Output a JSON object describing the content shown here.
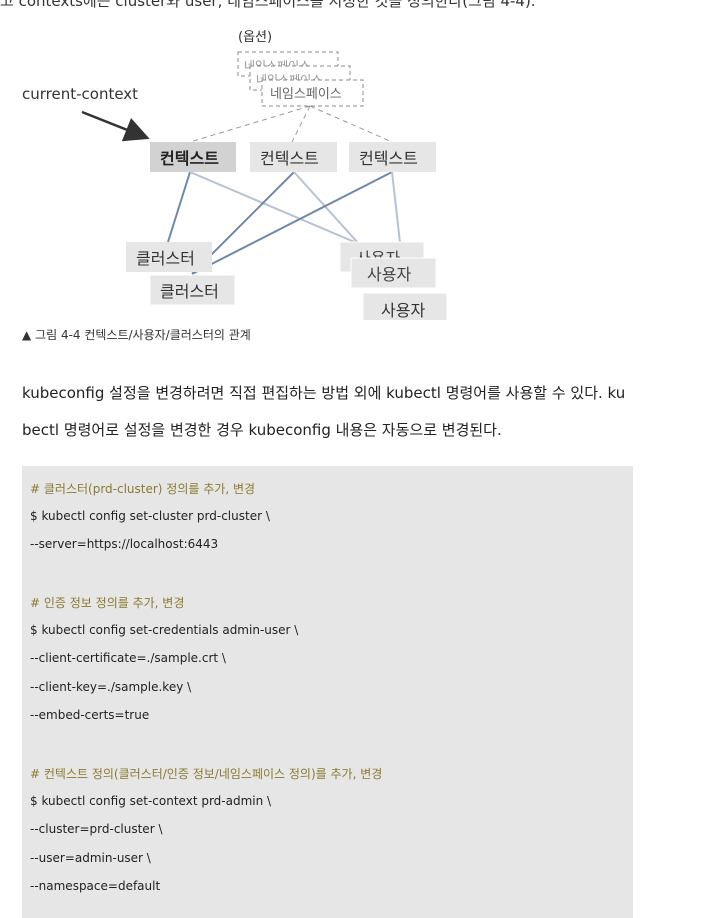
{
  "top_text": "고 contexts에는 cluster와 user, 네임스페이스를 지정한 것을 정의한다(그림 4-4).",
  "figure": {
    "option_label": "(옵션)",
    "namespace_stack": [
      "네임스페이스",
      "네임스페이스",
      "네임스페이스"
    ],
    "current_context_label": "current-context",
    "contexts": [
      "컨텍스트",
      "컨텍스트",
      "컨텍스트"
    ],
    "clusters": [
      "클러스터",
      "클러스터"
    ],
    "users": [
      "사용자",
      "사용자",
      "사용자"
    ],
    "caption": "▲ 그림 4-4 컨텍스트/사용자/클러스터의 관계"
  },
  "paragraph": {
    "line1": "kubeconfig 설정을 변경하려면 직접 편집하는 방법 외에 kubectl 명령어를 사용할 수 있다. ku",
    "line2": "bectl 명령어로 설정을 변경한 경우 kubeconfig 내용은 자동으로 변경된다."
  },
  "code": [
    {
      "text": "# 클러스터(prd-cluster) 정의를 추가, 변경",
      "comment": true
    },
    {
      "text": "$ kubectl config set-cluster prd-cluster \\",
      "comment": false
    },
    {
      "text": "--server=https://localhost:6443",
      "comment": false
    },
    {
      "text": "",
      "comment": false
    },
    {
      "text": "# 인증 정보 정의를 추가, 변경",
      "comment": true
    },
    {
      "text": "$ kubectl config set-credentials admin-user \\",
      "comment": false
    },
    {
      "text": "--client-certificate=./sample.crt \\",
      "comment": false
    },
    {
      "text": "--client-key=./sample.key \\",
      "comment": false
    },
    {
      "text": "--embed-certs=true",
      "comment": false
    },
    {
      "text": "",
      "comment": false
    },
    {
      "text": "# 컨텍스트 정의(클러스터/인증 정보/네임스페이스 정의)를 추가, 변경",
      "comment": true
    },
    {
      "text": "$ kubectl config set-context prd-admin \\",
      "comment": false
    },
    {
      "text": "--cluster=prd-cluster \\",
      "comment": false
    },
    {
      "text": "--user=admin-user \\",
      "comment": false
    },
    {
      "text": "--namespace=default",
      "comment": false
    }
  ]
}
